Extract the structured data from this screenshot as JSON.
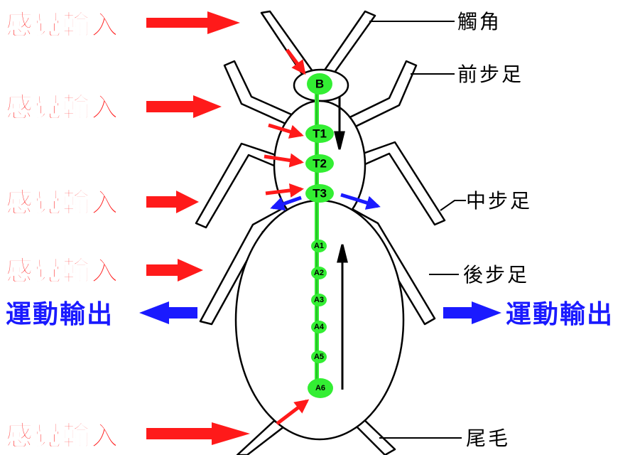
{
  "colors": {
    "sensory": "#ff1a1a",
    "motor": "#1a1aff",
    "ganglion": "#33ee33",
    "body_outline": "#000000"
  },
  "labels": {
    "sensory_input": "感覺輸入",
    "motor_output": "運動輸出"
  },
  "parts": {
    "antenna": "觸角",
    "foreleg": "前步足",
    "midleg": "中步足",
    "hindleg": "後步足",
    "cercus": "尾毛"
  },
  "ganglia": {
    "brain": "B",
    "thoracic": [
      "T1",
      "T2",
      "T3"
    ],
    "abdominal": [
      "A1",
      "A2",
      "A3",
      "A4",
      "A5",
      "A6"
    ]
  }
}
